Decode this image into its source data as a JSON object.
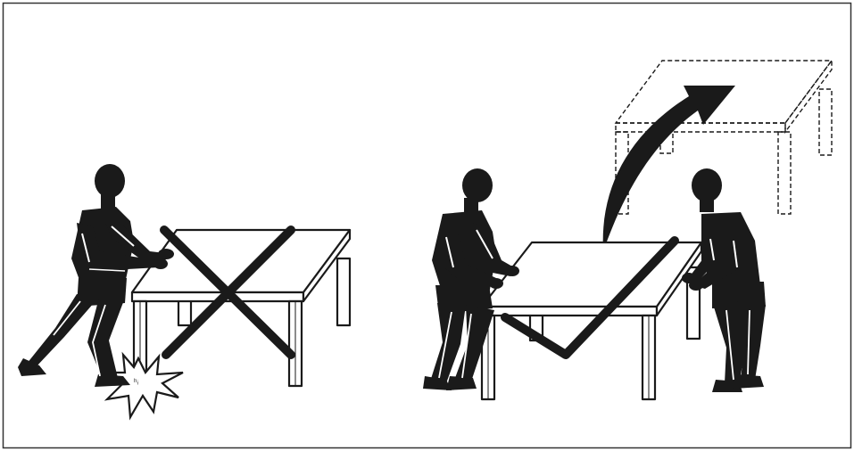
{
  "figure": {
    "panels": [
      {
        "id": "wrong",
        "verdict_symbol": "cross",
        "caption": ""
      },
      {
        "id": "right",
        "verdict_symbol": "checkmark",
        "caption": ""
      }
    ]
  },
  "colors": {
    "ink": "#1a1a1a",
    "paper": "#ffffff",
    "frame": "#333333"
  },
  "icons": [
    "person-pushing-icon",
    "impact-burst-icon",
    "cross-mark-icon",
    "person-lifting-icon",
    "lift-arrow-icon",
    "check-mark-icon",
    "ghost-table-icon"
  ]
}
